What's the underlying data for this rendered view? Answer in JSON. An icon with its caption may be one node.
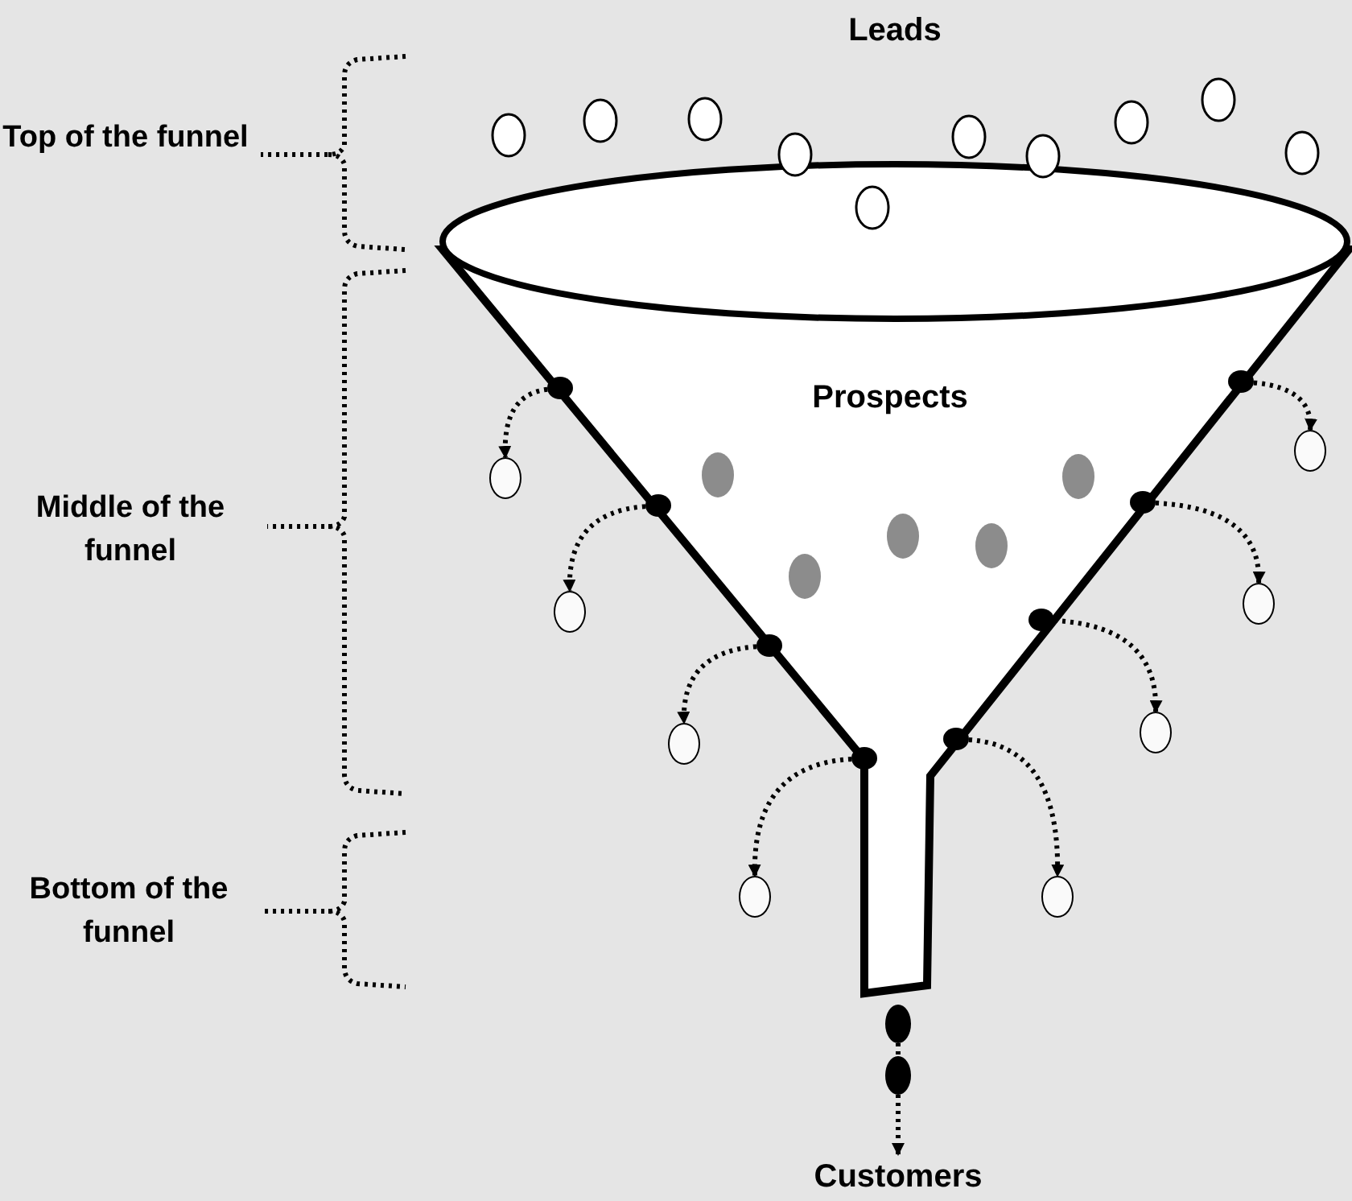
{
  "diagram": {
    "nodes": [
      {
        "text": [],
        "shape": "circle"
      },
      {
        "text": [],
        "shape": "circle"
      },
      {
        "text": [],
        "shape": "circle"
      },
      {
        "text": [],
        "shape": "circle"
      },
      {
        "text": [],
        "shape": "circle"
      },
      {
        "text": [],
        "shape": "circle"
      },
      {
        "text": [],
        "shape": "circle"
      },
      {
        "text": [],
        "shape": "circle"
      },
      {
        "text": [],
        "shape": "circle"
      },
      {
        "text": [],
        "shape": "circle"
      },
      {
        "text": [],
        "shape": "circle"
      },
      {
        "text": [],
        "shape": "circle"
      },
      {
        "text": [],
        "shape": "circle"
      },
      {
        "text": [],
        "shape": "circle"
      },
      {
        "text": [],
        "shape": "circle"
      },
      {
        "text": [],
        "shape": "circle"
      },
      {
        "text": [],
        "shape": "circle"
      },
      {
        "text": [],
        "shape": "circle"
      },
      {
        "text": [
          "Customers"
        ]
      }
    ],
    "edges": [
      {
        "from": 0,
        "to": 1,
        "arrow": "to",
        "style": "dashed"
      },
      {
        "from": 2,
        "to": 3,
        "arrow": "to",
        "style": "dashed"
      },
      {
        "from": 4,
        "to": 5,
        "arrow": "to",
        "style": "dashed"
      },
      {
        "from": 6,
        "to": 7,
        "arrow": "to",
        "style": "dashed"
      },
      {
        "from": 8,
        "to": 9,
        "arrow": "to",
        "style": "dashed"
      },
      {
        "from": 10,
        "to": 11,
        "arrow": "to",
        "style": "dashed"
      },
      {
        "from": 12,
        "to": 13,
        "arrow": "to",
        "style": "dashed"
      },
      {
        "from": 14,
        "to": 15,
        "arrow": "to",
        "style": "dashed"
      },
      {
        "from": 16,
        "to": 17,
        "arrow": "none",
        "style": "dashed"
      },
      {
        "from": 17,
        "to": 18,
        "arrow": "to",
        "style": "dashed"
      }
    ],
    "labels": [
      "Leads",
      "Top of the funnel",
      "Prospects",
      "Middle of the funnel",
      "Bottom of the funnel"
    ]
  }
}
